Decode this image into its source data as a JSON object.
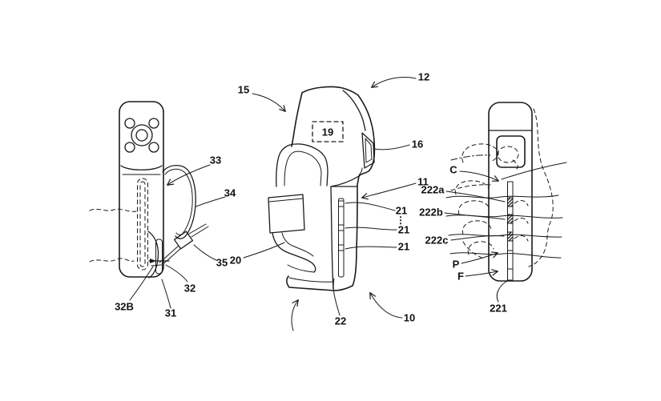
{
  "meta": {
    "background_color": "#ffffff",
    "line_color": "#1a1a1a",
    "label_color": "#111111"
  },
  "labels": {
    "n33": "33",
    "n34": "34",
    "n35": "35",
    "n20": "20",
    "n32": "32",
    "n32B": "32B",
    "n31": "31",
    "n15": "15",
    "n12": "12",
    "n19": "19",
    "n16": "16",
    "n11": "11",
    "n21a": "21",
    "n21b": "21",
    "n21c": "21",
    "ellipsis": "⋮",
    "n22": "22",
    "n10": "10",
    "nC": "C",
    "n222a": "222a",
    "n222b": "222b",
    "n222c": "222c",
    "nP": "P",
    "nF": "F",
    "n221": "221"
  }
}
